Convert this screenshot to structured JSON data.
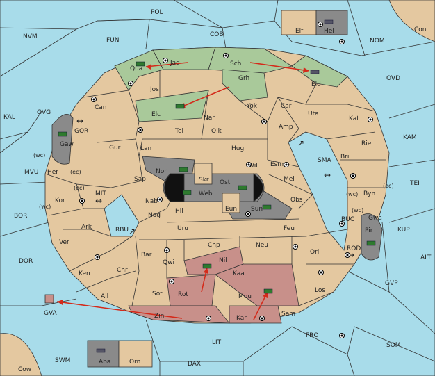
{
  "map": {
    "regions": [
      {
        "id": "pol",
        "label": "POL"
      },
      {
        "id": "nvm",
        "label": "NVM"
      },
      {
        "id": "fun",
        "label": "FUN"
      },
      {
        "id": "cob",
        "label": "COB"
      },
      {
        "id": "elf",
        "label": "Elf"
      },
      {
        "id": "hel",
        "label": "Hel"
      },
      {
        "id": "con",
        "label": "Con"
      },
      {
        "id": "nom",
        "label": "NOM"
      },
      {
        "id": "ovd",
        "label": "OVD"
      },
      {
        "id": "kal",
        "label": "KAL"
      },
      {
        "id": "gvg",
        "label": "GVG"
      },
      {
        "id": "kam",
        "label": "KAM"
      },
      {
        "id": "tei",
        "label": "TEI"
      },
      {
        "id": "mvu",
        "label": "MVU"
      },
      {
        "id": "bor",
        "label": "BOR"
      },
      {
        "id": "dor",
        "label": "DOR"
      },
      {
        "id": "kup",
        "label": "KUP"
      },
      {
        "id": "alt",
        "label": "ALT"
      },
      {
        "id": "gvp",
        "label": "GVP"
      },
      {
        "id": "gva",
        "label": "GVA"
      },
      {
        "id": "fro",
        "label": "FRO"
      },
      {
        "id": "som",
        "label": "SOM"
      },
      {
        "id": "lit",
        "label": "LIT"
      },
      {
        "id": "swm",
        "label": "SWM"
      },
      {
        "id": "dax",
        "label": "DAX"
      },
      {
        "id": "aba",
        "label": "Aba"
      },
      {
        "id": "orn",
        "label": "Orn"
      },
      {
        "id": "cow",
        "label": "Cow"
      },
      {
        "id": "jad",
        "label": "Jad"
      },
      {
        "id": "sch",
        "label": "Sch"
      },
      {
        "id": "qua",
        "label": "Qua"
      },
      {
        "id": "eld",
        "label": "Eld"
      },
      {
        "id": "jos",
        "label": "Jos"
      },
      {
        "id": "grh",
        "label": "Grh"
      },
      {
        "id": "can",
        "label": "Can"
      },
      {
        "id": "elc",
        "label": "Elc"
      },
      {
        "id": "yok",
        "label": "Yok"
      },
      {
        "id": "car",
        "label": "Car"
      },
      {
        "id": "uta",
        "label": "Uta"
      },
      {
        "id": "nar",
        "label": "Nar"
      },
      {
        "id": "kat",
        "label": "Kat"
      },
      {
        "id": "tel",
        "label": "Tel"
      },
      {
        "id": "olk",
        "label": "Olk"
      },
      {
        "id": "amp",
        "label": "Amp"
      },
      {
        "id": "gaw",
        "label": "Gaw"
      },
      {
        "id": "gor",
        "label": "GOR"
      },
      {
        "id": "gur",
        "label": "Gur"
      },
      {
        "id": "lan",
        "label": "Lan"
      },
      {
        "id": "hug",
        "label": "Hug"
      },
      {
        "id": "rie",
        "label": "Rie"
      },
      {
        "id": "bri",
        "label": "Bri"
      },
      {
        "id": "sma",
        "label": "SMA"
      },
      {
        "id": "wil",
        "label": "Wil"
      },
      {
        "id": "esm",
        "label": "Esm"
      },
      {
        "id": "her",
        "label": "Her"
      },
      {
        "id": "nor",
        "label": "Nor"
      },
      {
        "id": "skr",
        "label": "Skr"
      },
      {
        "id": "sap",
        "label": "Sap"
      },
      {
        "id": "ost",
        "label": "Ost"
      },
      {
        "id": "mel",
        "label": "Mel"
      },
      {
        "id": "web",
        "label": "Web"
      },
      {
        "id": "byn",
        "label": "Byn"
      },
      {
        "id": "mit",
        "label": "MIT"
      },
      {
        "id": "kor",
        "label": "Kor"
      },
      {
        "id": "nab",
        "label": "Nab"
      },
      {
        "id": "obs",
        "label": "Obs"
      },
      {
        "id": "eun",
        "label": "Eun"
      },
      {
        "id": "sun",
        "label": "Sun"
      },
      {
        "id": "gwa",
        "label": "Gwa"
      },
      {
        "id": "hil",
        "label": "Hil"
      },
      {
        "id": "nog",
        "label": "Nog"
      },
      {
        "id": "ark",
        "label": "Ark"
      },
      {
        "id": "rbu",
        "label": "RBU"
      },
      {
        "id": "uru",
        "label": "Uru"
      },
      {
        "id": "feu",
        "label": "Feu"
      },
      {
        "id": "buc",
        "label": "BUC"
      },
      {
        "id": "pir",
        "label": "Pir"
      },
      {
        "id": "ver",
        "label": "Ver"
      },
      {
        "id": "chp",
        "label": "Chp"
      },
      {
        "id": "neu",
        "label": "Neu"
      },
      {
        "id": "bar",
        "label": "Bar"
      },
      {
        "id": "orl",
        "label": "Orl"
      },
      {
        "id": "rod",
        "label": "ROD"
      },
      {
        "id": "qwi",
        "label": "Qwi"
      },
      {
        "id": "nil",
        "label": "Nil"
      },
      {
        "id": "ken",
        "label": "Ken"
      },
      {
        "id": "chr",
        "label": "Chr"
      },
      {
        "id": "kaa",
        "label": "Kaa"
      },
      {
        "id": "rot",
        "label": "Rot"
      },
      {
        "id": "sot",
        "label": "Sot"
      },
      {
        "id": "los",
        "label": "Los"
      },
      {
        "id": "mou",
        "label": "Mou"
      },
      {
        "id": "ail",
        "label": "Ail"
      },
      {
        "id": "zin",
        "label": "Zin"
      },
      {
        "id": "kar",
        "label": "Kar"
      },
      {
        "id": "sam",
        "label": "Sam"
      }
    ],
    "coast_notes": [
      "(wc)",
      "(ec)",
      "(ec)",
      "(wc)",
      "(wc)",
      "(ec)",
      "(wc)"
    ],
    "colors": {
      "sea": "#a8dcea",
      "land": "#e4c8a0",
      "green_power": "#a9c99a",
      "red_power": "#c8908a",
      "gray_power": "#8a8a8a",
      "arrow": "#d42a1a"
    }
  }
}
